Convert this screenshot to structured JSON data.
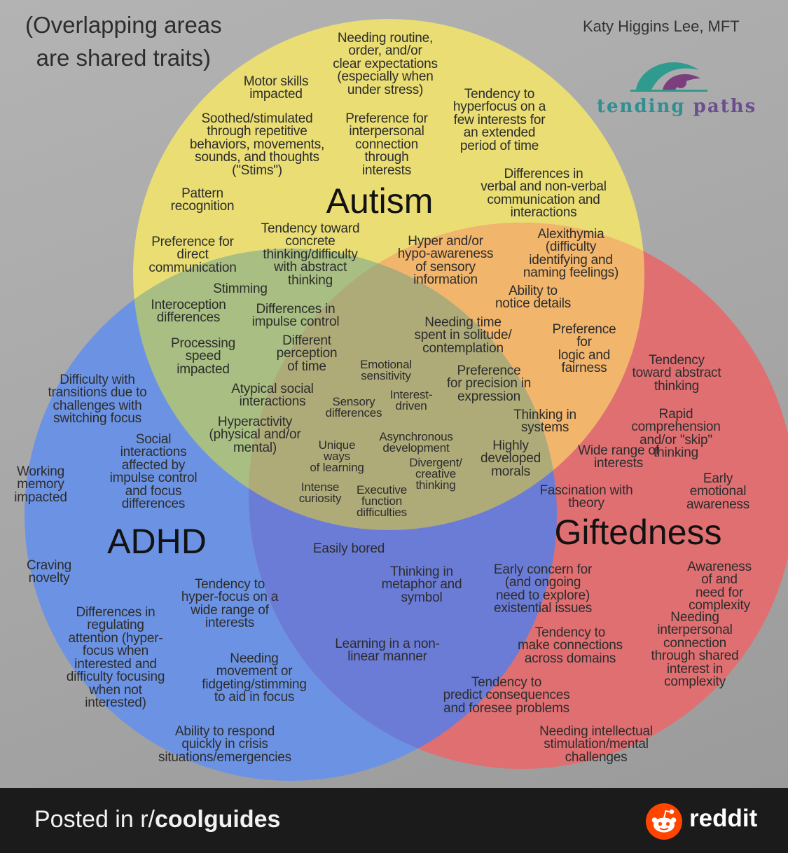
{
  "diagram": {
    "note": "(Overlapping areas\nare shared traits)",
    "author": "Katy Higgins Lee, MFT",
    "brand": {
      "word1": "tending",
      "word2": "paths",
      "logo_icon": "tending-paths-wave-logo-icon"
    },
    "colors": {
      "autism": "#e9dd73",
      "adhd": "#6c93e3",
      "giftedness": "#e06f72",
      "autism_adhd": "#a9be82",
      "autism_gifted": "#f1b56c",
      "adhd_gifted": "#6b7cd6",
      "all_three": "#aeab79"
    },
    "circles": {
      "autism": {
        "title": "Autism",
        "traits": [
          "Needing routine,\norder, and/or\nclear expectations\n(especially when\nunder stress)",
          "Motor skills\nimpacted",
          "Tendency to\nhyperfocus on a\nfew interests for\nan extended\nperiod of time",
          "Soothed/stimulated\nthrough repetitive\nbehaviors, movements,\nsounds, and thoughts\n(\"Stims\")",
          "Preference for\ninterpersonal\nconnection\nthrough\ninterests",
          "Differences in\nverbal and non-verbal\ncommunication and\ninteractions",
          "Pattern\nrecognition",
          "Preference for\ndirect\ncommunication",
          "Tendency toward\nconcrete\nthinking/difficulty\nwith abstract\nthinking",
          "Hyper and/or\nhypo-awareness\nof sensory\ninformation",
          "Alexithymia\n(difficulty\nidentifying and\nnaming feelings)"
        ]
      },
      "adhd": {
        "title": "ADHD",
        "traits": [
          "Difficulty with\ntransitions due to\nchallenges with\nswitching focus",
          "Working\nmemory\nimpacted",
          "Social\ninteractions\naffected by\nimpulse control\nand focus\ndifferences",
          "Craving\nnovelty",
          "Tendency to\nhyper-focus on a\nwide range of\ninterests",
          "Differences in\nregulating\nattention (hyper-\nfocus when\ninterested and\ndifficulty focusing\nwhen not\ninterested)",
          "Needing\nmovement or\nfidgeting/stimming\nto aid in focus",
          "Ability to respond\nquickly in crisis\nsituations/emergencies"
        ]
      },
      "giftedness": {
        "title": "Giftedness",
        "traits": [
          "Tendency\ntoward abstract\nthinking",
          "Rapid comprehension\nand/or \"skip\" thinking",
          "Wide range of\ninterests",
          "Early emotional\nawareness",
          "Fascination with\ntheory",
          "Early concern for\n(and ongoing\nneed to explore)\nexistential issues",
          "Awareness of and\nneed for\ncomplexity",
          "Needing\ninterpersonal\nconnection\nthrough shared\ninterest in\ncomplexity",
          "Tendency to\nmake connections\nacross domains",
          "Tendency to\npredict consequences\nand foresee problems",
          "Needing intellectual\nstimulation/mental\nchallenges"
        ]
      }
    },
    "overlaps": {
      "autism_adhd": [
        "Stimming",
        "Interoception\ndifferences",
        "Differences in\nimpulse control",
        "Processing\nspeed\nimpacted",
        "Different\nperception\nof time",
        "Atypical social\ninteractions",
        "Hyperactivity\n(physical and/or\nmental)"
      ],
      "autism_giftedness": [
        "Ability to\nnotice details",
        "Needing time\nspent in solitude/\ncontemplation",
        "Preference\nfor\nlogic and\nfairness",
        "Preference\nfor precision in\nexpression",
        "Thinking in\nsystems",
        "Highly\ndeveloped\nmorals"
      ],
      "adhd_giftedness": [
        "Easily bored",
        "Thinking in\nmetaphor and\nsymbol",
        "Learning in a non-\nlinear manner"
      ],
      "all_three": [
        "Emotional\nsensitivity",
        "Sensory\ndifferences",
        "Interest-\ndriven",
        "Unique\nways\nof learning",
        "Asynchronous\ndevelopment",
        "Divergent/\ncreative\nthinking",
        "Intense\ncuriosity",
        "Executive\nfunction\ndifficulties"
      ]
    }
  },
  "footer": {
    "prefix": "Posted in r/",
    "subreddit": "coolguides",
    "brand": "reddit",
    "logo_icon": "reddit-alien-icon"
  }
}
